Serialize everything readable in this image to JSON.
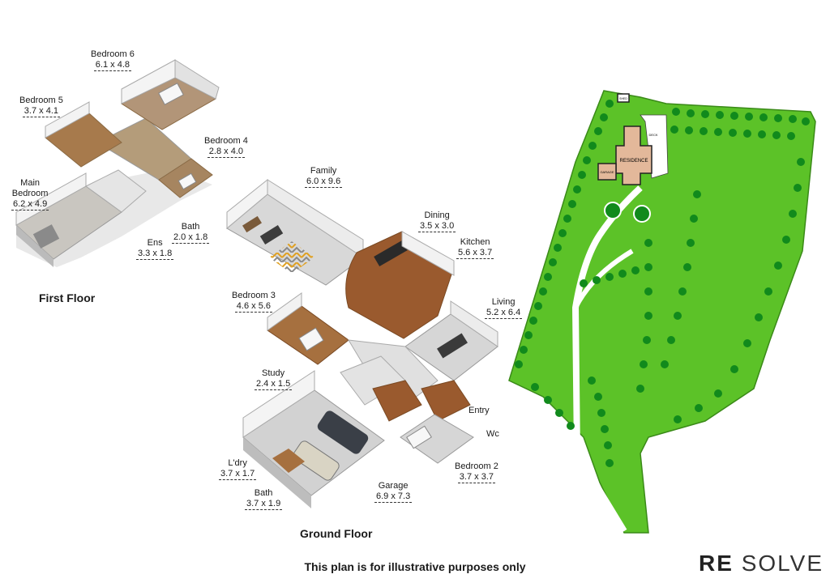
{
  "first_floor": {
    "title": "First Floor",
    "rooms": [
      {
        "name": "Bedroom 6",
        "dim": "6.1 x 4.8"
      },
      {
        "name": "Bedroom 5",
        "dim": "3.7 x 4.1"
      },
      {
        "name": "Bedroom 4",
        "dim": "2.8 x 4.0"
      },
      {
        "name": "Main\nBedroom",
        "dim": "6.2 x 4.9"
      },
      {
        "name": "Bath",
        "dim": "2.0 x 1.8"
      },
      {
        "name": "Ens",
        "dim": "3.3 x 1.8"
      }
    ]
  },
  "ground_floor": {
    "title": "Ground Floor",
    "rooms": [
      {
        "name": "Family",
        "dim": "6.0 x 9.6"
      },
      {
        "name": "Dining",
        "dim": "3.5 x 3.0"
      },
      {
        "name": "Kitchen",
        "dim": "5.6 x 3.7"
      },
      {
        "name": "Bedroom 3",
        "dim": "4.6 x 5.6"
      },
      {
        "name": "Living",
        "dim": "5.2 x 6.4"
      },
      {
        "name": "Study",
        "dim": "2.4 x 1.5"
      },
      {
        "name": "Entry",
        "dim": ""
      },
      {
        "name": "Wc",
        "dim": ""
      },
      {
        "name": "L'dry",
        "dim": "3.7 x 1.7"
      },
      {
        "name": "Bedroom 2",
        "dim": "3.7 x 3.7"
      },
      {
        "name": "Bath",
        "dim": "3.7 x 1.9"
      },
      {
        "name": "Garage",
        "dim": "6.9 x 7.3"
      }
    ]
  },
  "site_plan": {
    "residence_label": "RESIDENCE",
    "garage_label": "GARAGE",
    "deck_label": "DECK",
    "shed_label": "SHED"
  },
  "disclaimer": "This plan is for illustrative purposes only",
  "logo": {
    "part1": "RE",
    "part2": "SOLVE"
  },
  "colors": {
    "land": "#5cc228",
    "tree": "#118a1c",
    "house": "#e3b89a",
    "floor_wood": "#9a5a2e",
    "wall": "#ffffff",
    "floor_grey": "#d9d9d9"
  }
}
